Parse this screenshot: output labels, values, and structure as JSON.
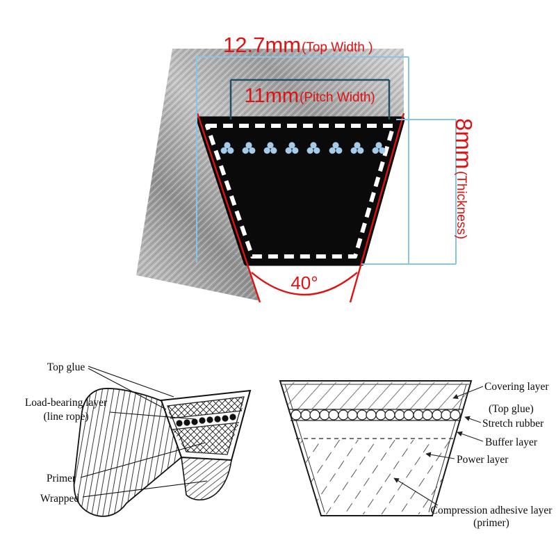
{
  "colors": {
    "annotation_red": "#e01111",
    "dimension_blue": "#85c6e8",
    "pitch_navy": "#1f4e66",
    "cord_blue": "#a6cbe8",
    "belt_black": "#0a0a0a",
    "sketch_ink": "#111111"
  },
  "top_diagram": {
    "top_width_value": "12.7mm",
    "top_width_label": "(Top Width )",
    "pitch_width_value": "11mm",
    "pitch_width_label": "(Pitch Width)",
    "thickness_value": "8mm",
    "thickness_label": "(Thickness)",
    "angle_label": "40°"
  },
  "left_diagram": {
    "label_top_glue": "Top glue",
    "label_load_bearing": "Load-bearing layer",
    "label_line_rope": "(line rope)",
    "label_primer": "Primer",
    "label_wrapped": "Wrapped"
  },
  "right_diagram": {
    "label_covering": "Covering layer",
    "label_top_glue": "(Top glue)",
    "label_stretch": "Stretch rubber",
    "label_buffer": "Buffer layer",
    "label_power": "Power layer",
    "label_compression": "Compression adhesive layer",
    "label_primer": "(primer)"
  }
}
